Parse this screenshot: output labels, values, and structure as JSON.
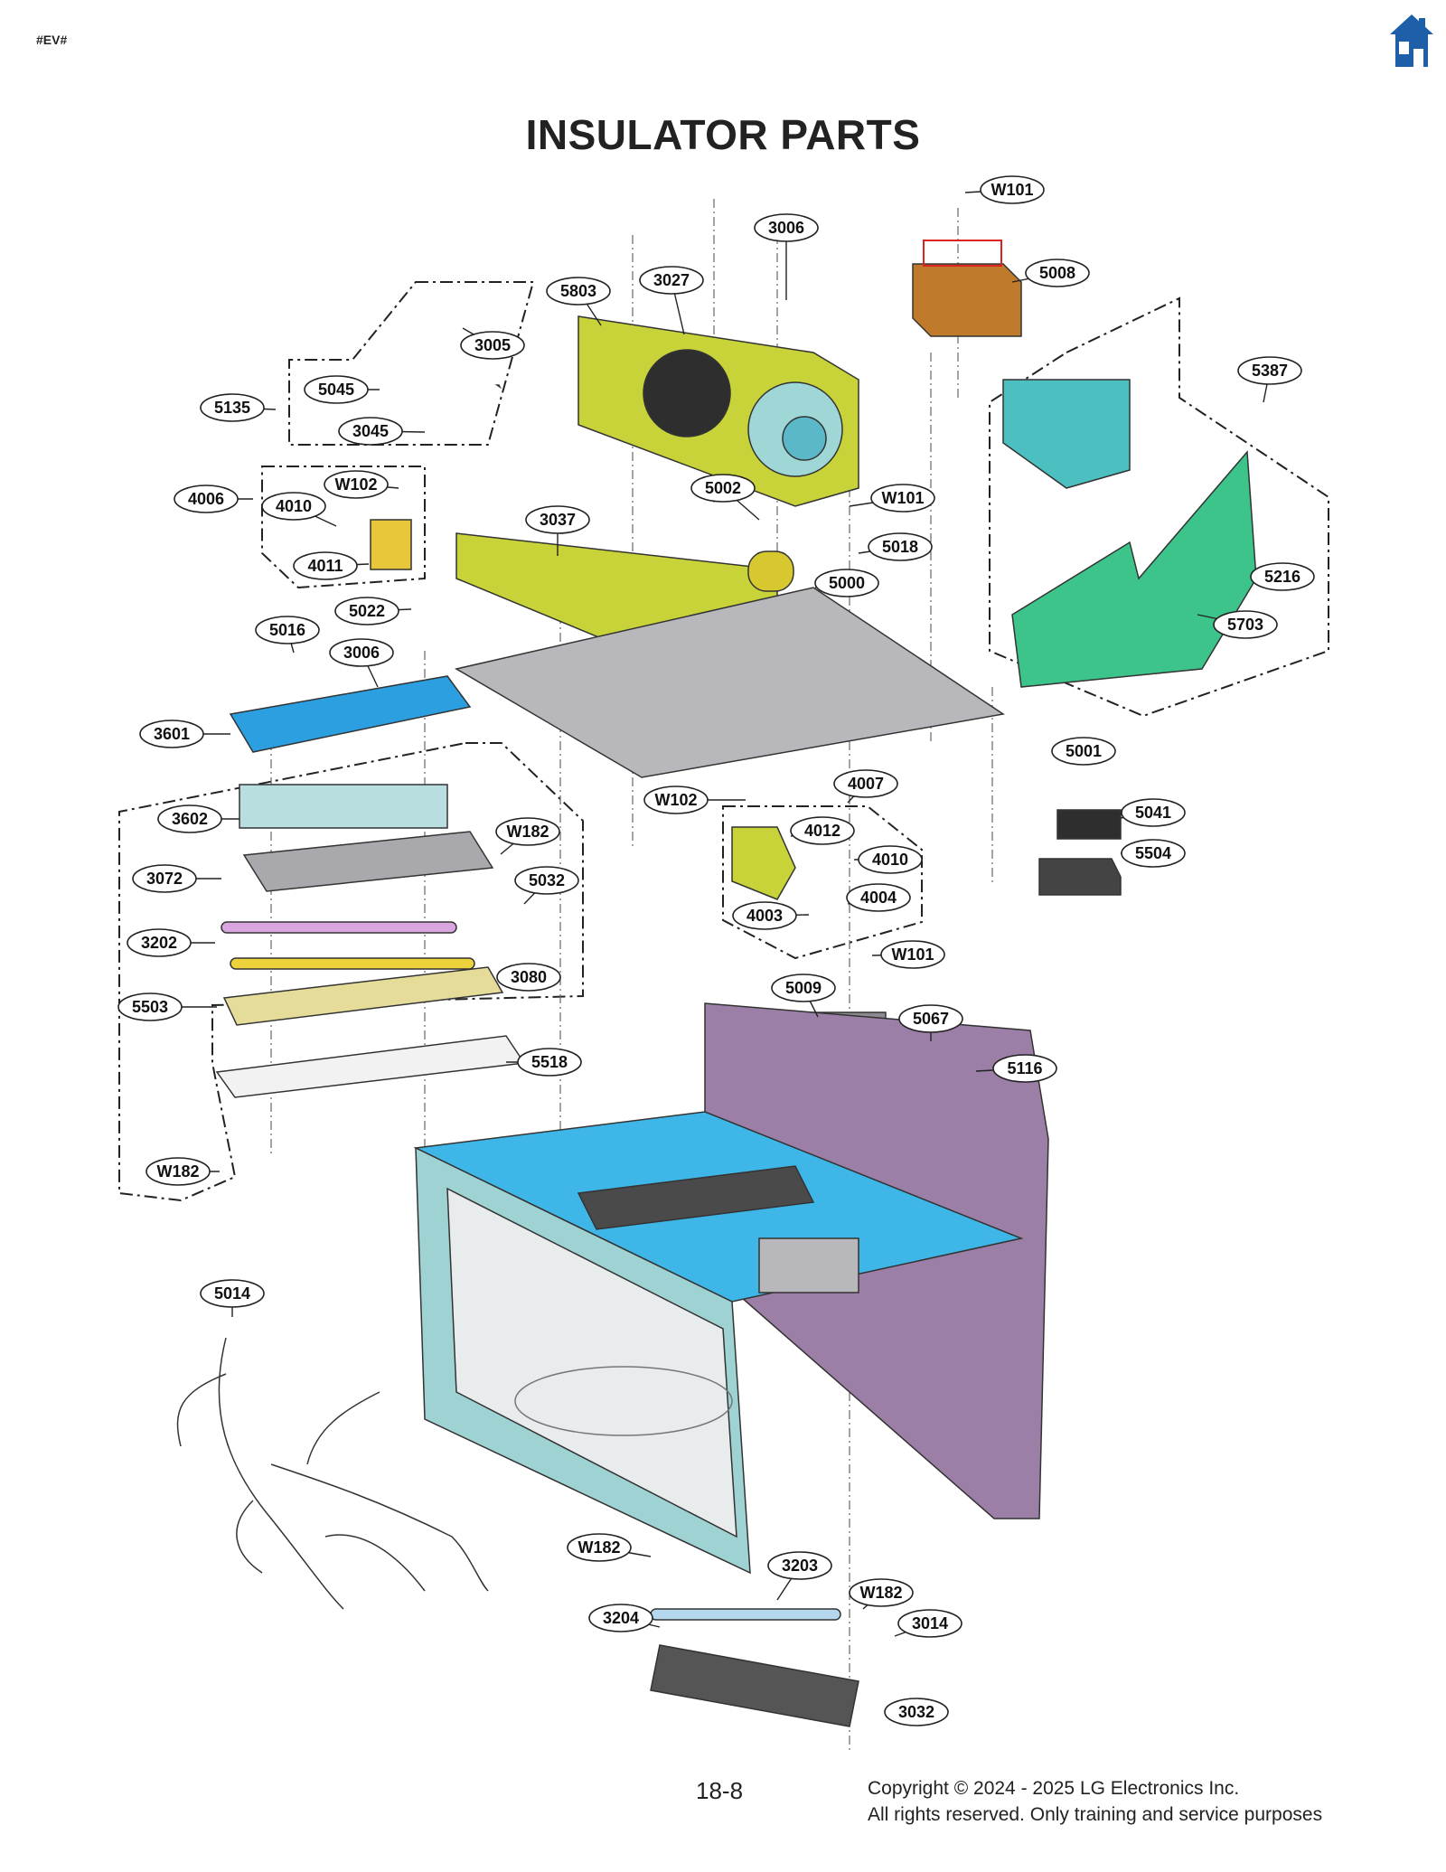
{
  "doc_tag": "#EV#",
  "title": "INSULATOR PARTS",
  "page_number": "18-8",
  "copyright_line1": "Copyright © 2024 - 2025 LG Electronics Inc.",
  "copyright_line2": "All rights reserved. Only training and service purposes",
  "icons": {
    "home": "home-icon"
  },
  "colors": {
    "home_icon": "#1d5fa8",
    "cavity_top": "#3fb6e8",
    "cavity_body": "#9fd2d2",
    "back_panel": "#9c7fa6",
    "fan_duct": "#3cc48a",
    "bracket": "#c8d33a",
    "transformer": "#c07a2c"
  },
  "part_labels": [
    "W101",
    "3006",
    "5008",
    "5803",
    "3027",
    "3005",
    "5387",
    "5045",
    "5135",
    "3045",
    "W102",
    "4006",
    "4010",
    "5002",
    "W101",
    "3037",
    "5018",
    "4011",
    "5000",
    "5216",
    "5022",
    "5703",
    "5016",
    "3006",
    "3601",
    "5001",
    "W102",
    "4007",
    "5041",
    "3602",
    "W182",
    "4012",
    "5504",
    "3072",
    "4010",
    "5032",
    "4004",
    "4003",
    "3202",
    "W101",
    "3080",
    "5503",
    "5009",
    "5067",
    "5116",
    "5518",
    "W182",
    "5014",
    "W182",
    "3203",
    "W182",
    "3204",
    "3014",
    "3032"
  ]
}
